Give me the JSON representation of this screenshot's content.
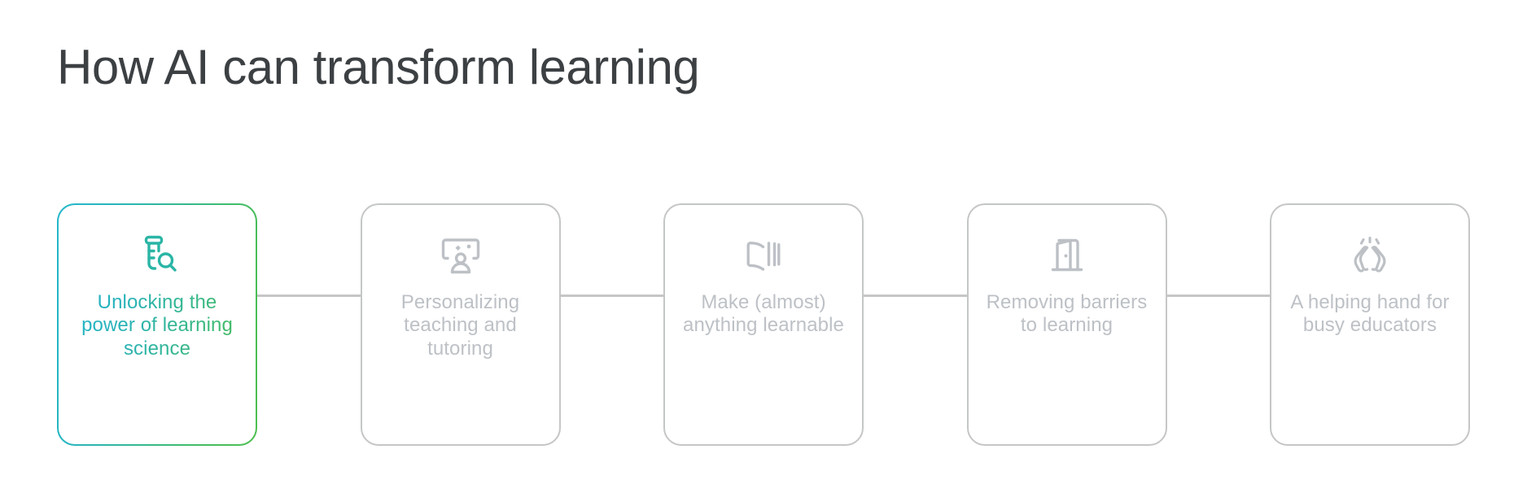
{
  "header": {
    "title": "How AI can transform learning"
  },
  "colors": {
    "title_text": "#3c4043",
    "inactive_border": "#c4c7c5",
    "inactive_text": "#bdc1c6",
    "connector_line": "#c4c7c5",
    "active_gradient_start": "#23b7c9",
    "active_gradient_end": "#4cbf50",
    "active_icon": "#2ab5a5",
    "background": "#ffffff"
  },
  "steps": [
    {
      "id": "learning-science",
      "label": "Unlocking the power of learning science",
      "icon": "lab-vial-search-icon",
      "state": "active"
    },
    {
      "id": "personalizing",
      "label": "Personalizing teaching and tutoring",
      "icon": "presentation-screen-person-icon",
      "state": "inactive"
    },
    {
      "id": "anything-learnable",
      "label": "Make (almost) anything learnable",
      "icon": "open-book-icon",
      "state": "inactive"
    },
    {
      "id": "removing-barriers",
      "label": "Removing barriers to learning",
      "icon": "open-door-icon",
      "state": "inactive"
    },
    {
      "id": "helping-hand",
      "label": "A helping hand for busy educators",
      "icon": "high-five-hands-icon",
      "state": "inactive"
    }
  ]
}
